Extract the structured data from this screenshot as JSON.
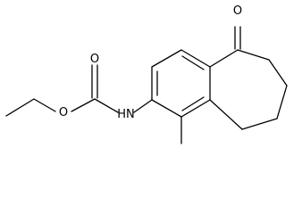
{
  "molecule": {
    "atoms": {
      "carbonyl_oxygen": "O",
      "ester_oxygen": "O",
      "ketone_oxygen": "O",
      "amide_nitrogen": "HN"
    }
  },
  "colors": {
    "bond": "#000000",
    "label": "#000000",
    "background": "#ffffff"
  }
}
